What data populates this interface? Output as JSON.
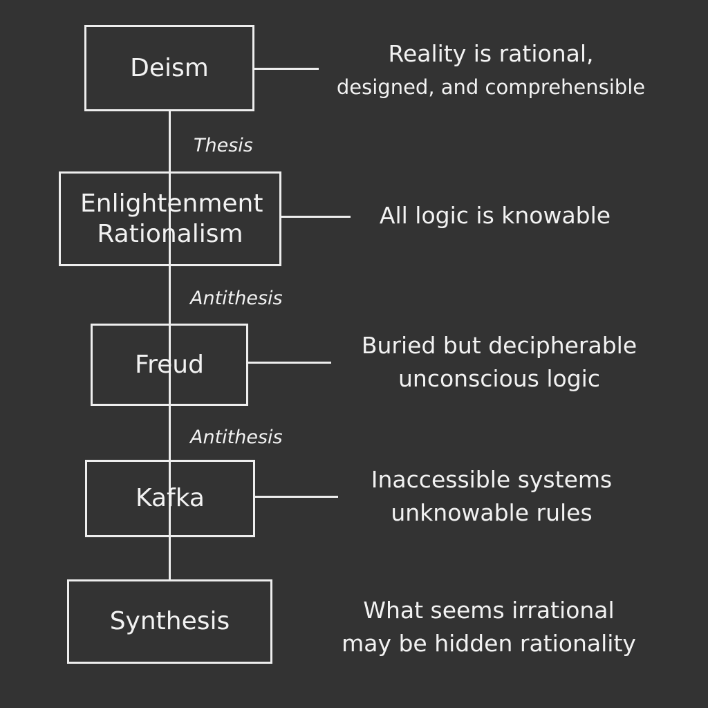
{
  "nodes": [
    {
      "label": "Deism",
      "description": [
        "Reality is rational,",
        "designed, and comprehensible"
      ]
    },
    {
      "label": "Enlightenment Rationalism",
      "description": [
        "All logic is knowable"
      ]
    },
    {
      "label": "Freud",
      "description": [
        "Buried but decipherable",
        "unconscious logic"
      ]
    },
    {
      "label": "Kafka",
      "description": [
        "Inaccessible systems",
        "unknowable rules"
      ]
    },
    {
      "label": "Synthesis",
      "description": [
        "What seems irrational",
        "may be hidden rationality"
      ]
    }
  ],
  "edges": [
    "Thesis",
    "Antithesis",
    "Antithesis"
  ]
}
